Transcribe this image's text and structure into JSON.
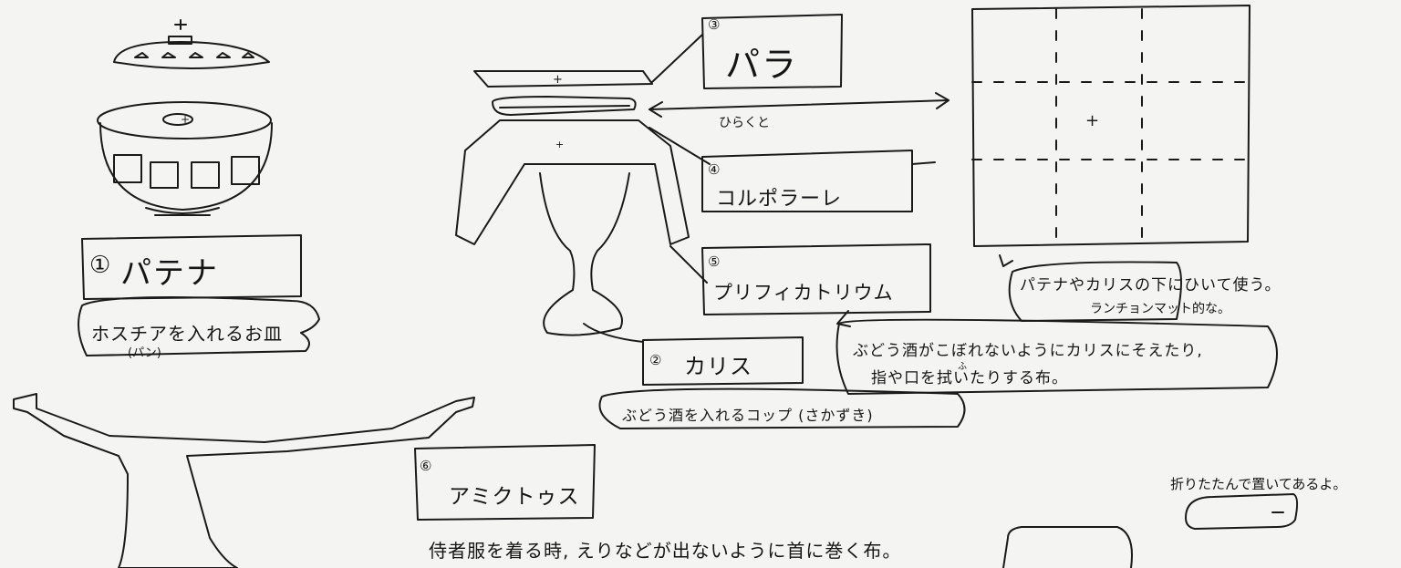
{
  "labels": {
    "patena": {
      "num": "①",
      "name": "パテナ",
      "desc": "ホスチアを入れるお皿",
      "desc_sub": "(パン)"
    },
    "calice": {
      "num": "②",
      "name": "カリス",
      "desc": "ぶどう酒を入れるコップ (さかずき)"
    },
    "palla": {
      "num": "③",
      "name": "パラ"
    },
    "corporale": {
      "num": "④",
      "name": "コルポラーレ"
    },
    "purificator": {
      "num": "⑤",
      "name": "プリフィカトリウム",
      "desc_line1": "ぶどう酒がこぼれないようにカリスにそえたり,",
      "desc_line2": "指や口を拭いたりする布。",
      "furigana": "ふ"
    },
    "amictus": {
      "num": "⑥",
      "name": "アミクトゥス",
      "desc": "侍者服を着る時, えりなどが出ないように首に巻く布。"
    }
  },
  "notes": {
    "open": "ひらくと",
    "corporale_use_1": "パテナやカリスの下にひいて使う。",
    "corporale_use_2": "ランチョンマット的な。",
    "folded": "折りたたんで置いてあるよ。"
  }
}
